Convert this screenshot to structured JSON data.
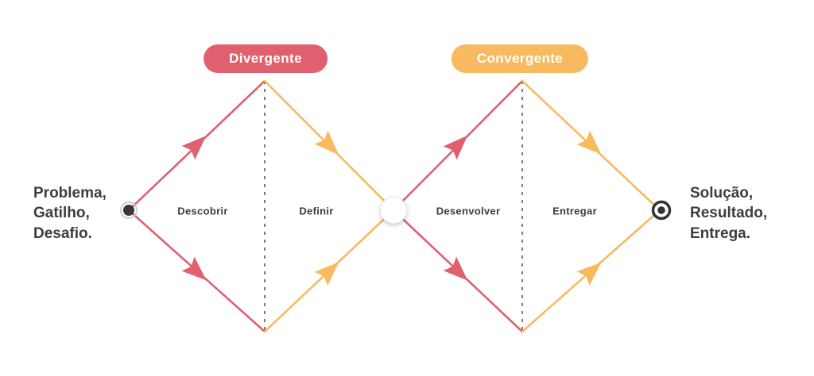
{
  "colors": {
    "divergent": "#e0606f",
    "convergent": "#f8ba5f",
    "text": "#3f3c3c",
    "background": "#ffffff"
  },
  "badges": {
    "divergent": "Divergente",
    "convergent": "Convergente"
  },
  "phases": [
    {
      "label": "Descobrir",
      "half": "divergent"
    },
    {
      "label": "Definir",
      "half": "convergent"
    },
    {
      "label": "Desenvolver",
      "half": "divergent"
    },
    {
      "label": "Entregar",
      "half": "convergent"
    }
  ],
  "left_note": {
    "lines": [
      "Problema,",
      "Gatilho,",
      "Desafio."
    ]
  },
  "right_note": {
    "lines": [
      "Solução,",
      "Resultado,",
      "Entrega."
    ]
  },
  "icons": {
    "start_marker": "filled-dot-icon",
    "center_marker": "white-circle-icon",
    "end_marker": "ring-dot-icon"
  }
}
